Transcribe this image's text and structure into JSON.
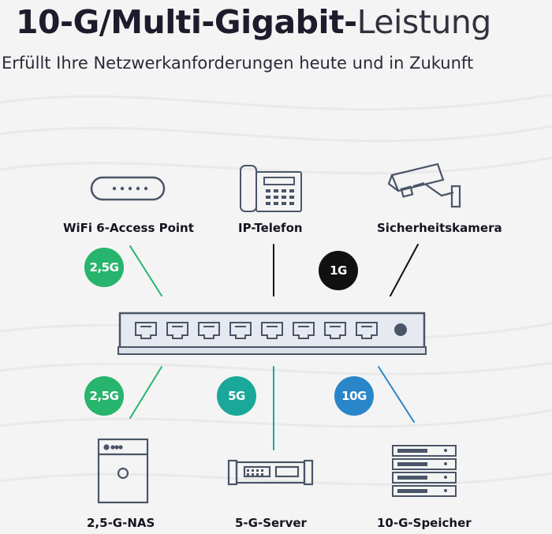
{
  "header": {
    "title_bold": "10-G/Multi-Gigabit-",
    "title_light": "Leistung",
    "subtitle": "Erfüllt Ihre Netzwerkanforderungen heute und in Zukunft"
  },
  "devices": {
    "access_point": "WiFi 6-Access Point",
    "ip_phone": "IP-Telefon",
    "camera": "Sicherheitskamera",
    "nas": "2,5-G-NAS",
    "server": "5-G-Server",
    "storage": "10-G-Speicher"
  },
  "badges": {
    "ap_speed": "2,5G",
    "phone_speed": "1G",
    "nas_speed": "2,5G",
    "server_speed": "5G",
    "storage_speed": "10G"
  },
  "colors": {
    "green": "#27b46c",
    "teal": "#1aa89a",
    "blue": "#2a86c9",
    "black": "#111111",
    "device_stroke": "#4a5568",
    "switch_fill": "#e6e9ef"
  },
  "icons": [
    "access-point-icon",
    "ip-phone-icon",
    "security-camera-icon",
    "network-switch-icon",
    "nas-icon",
    "server-icon",
    "storage-rack-icon"
  ]
}
